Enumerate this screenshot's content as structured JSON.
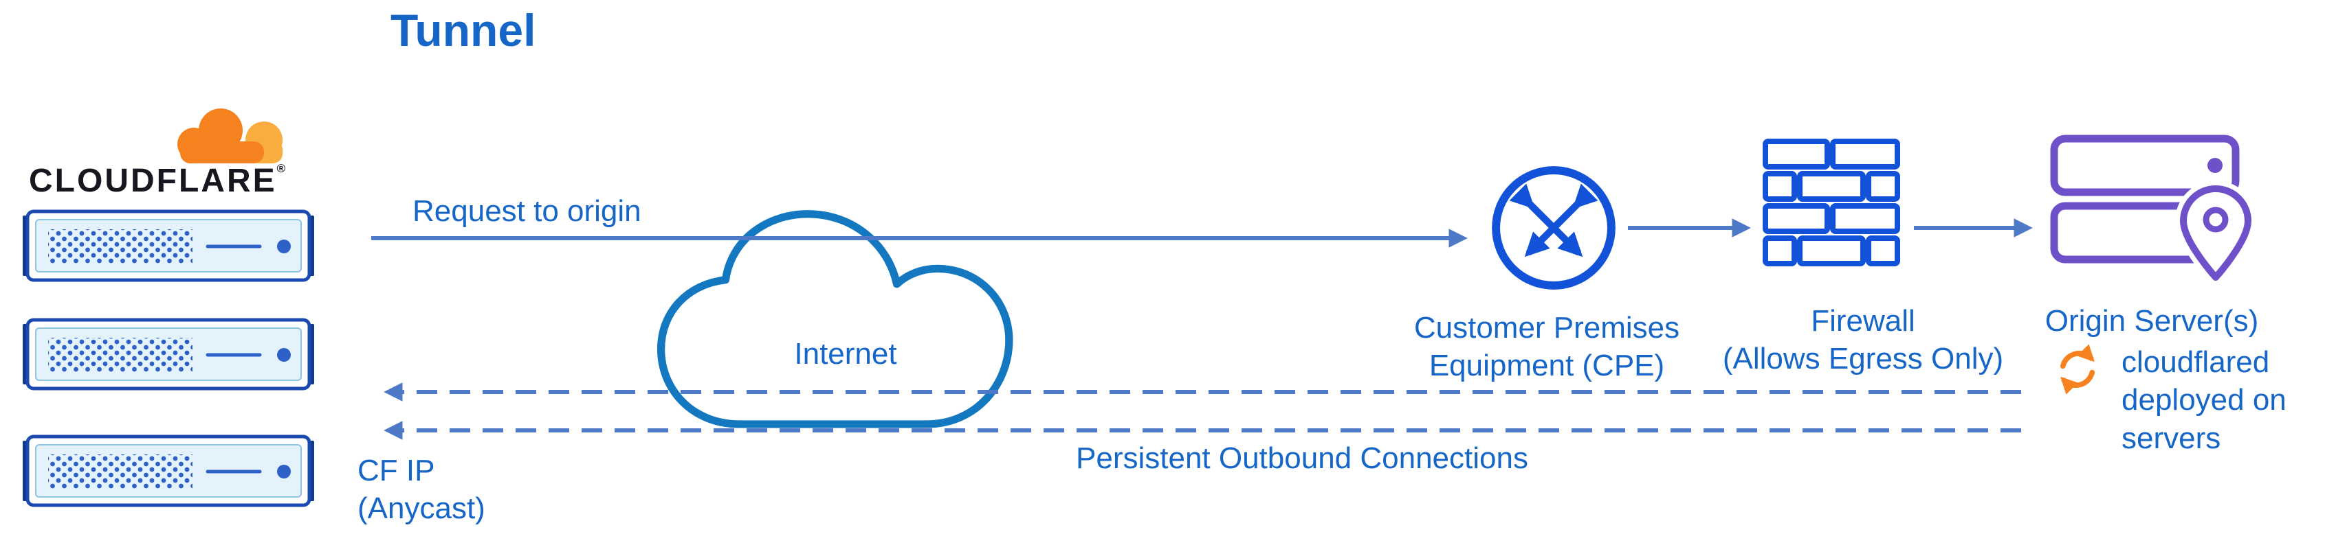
{
  "title": "Tunnel",
  "brand": {
    "name": "CLOUDFLARE",
    "reg": "®"
  },
  "labels": {
    "request_to_origin": "Request to origin",
    "internet": "Internet",
    "cpe": [
      "Customer Premises",
      "Equipment (CPE)"
    ],
    "firewall": [
      "Firewall",
      "(Allows Egress Only)"
    ],
    "origin": "Origin Server(s)",
    "cloudflared": "cloudflared deployed on servers",
    "persistent": "Persistent Outbound Connections",
    "cf_ip": [
      "CF IP",
      "(Anycast)"
    ]
  },
  "icons": {
    "cloudflare_cloud": "cloudflare-cloud",
    "edge_server": "server-rack",
    "internet": "cloud-outline",
    "cpe": "crossing-arrows-router",
    "firewall": "brick-wall",
    "origin": "server-stack-with-location-pin",
    "cloudflared": "sync-arrows"
  },
  "colors": {
    "label_blue": "#1666C8",
    "line_blue": "#4D79C6",
    "icon_blue": "#1152D8",
    "cloud_blue": "#1478C0",
    "server_border_blue": "#1A49B0",
    "server_detail_blue": "#2D61C8",
    "origin_purple": "#6E51C8",
    "cf_orange": "#F6821F",
    "cf_orange_light": "#FAAD3F",
    "wordmark_black": "#17171F"
  }
}
